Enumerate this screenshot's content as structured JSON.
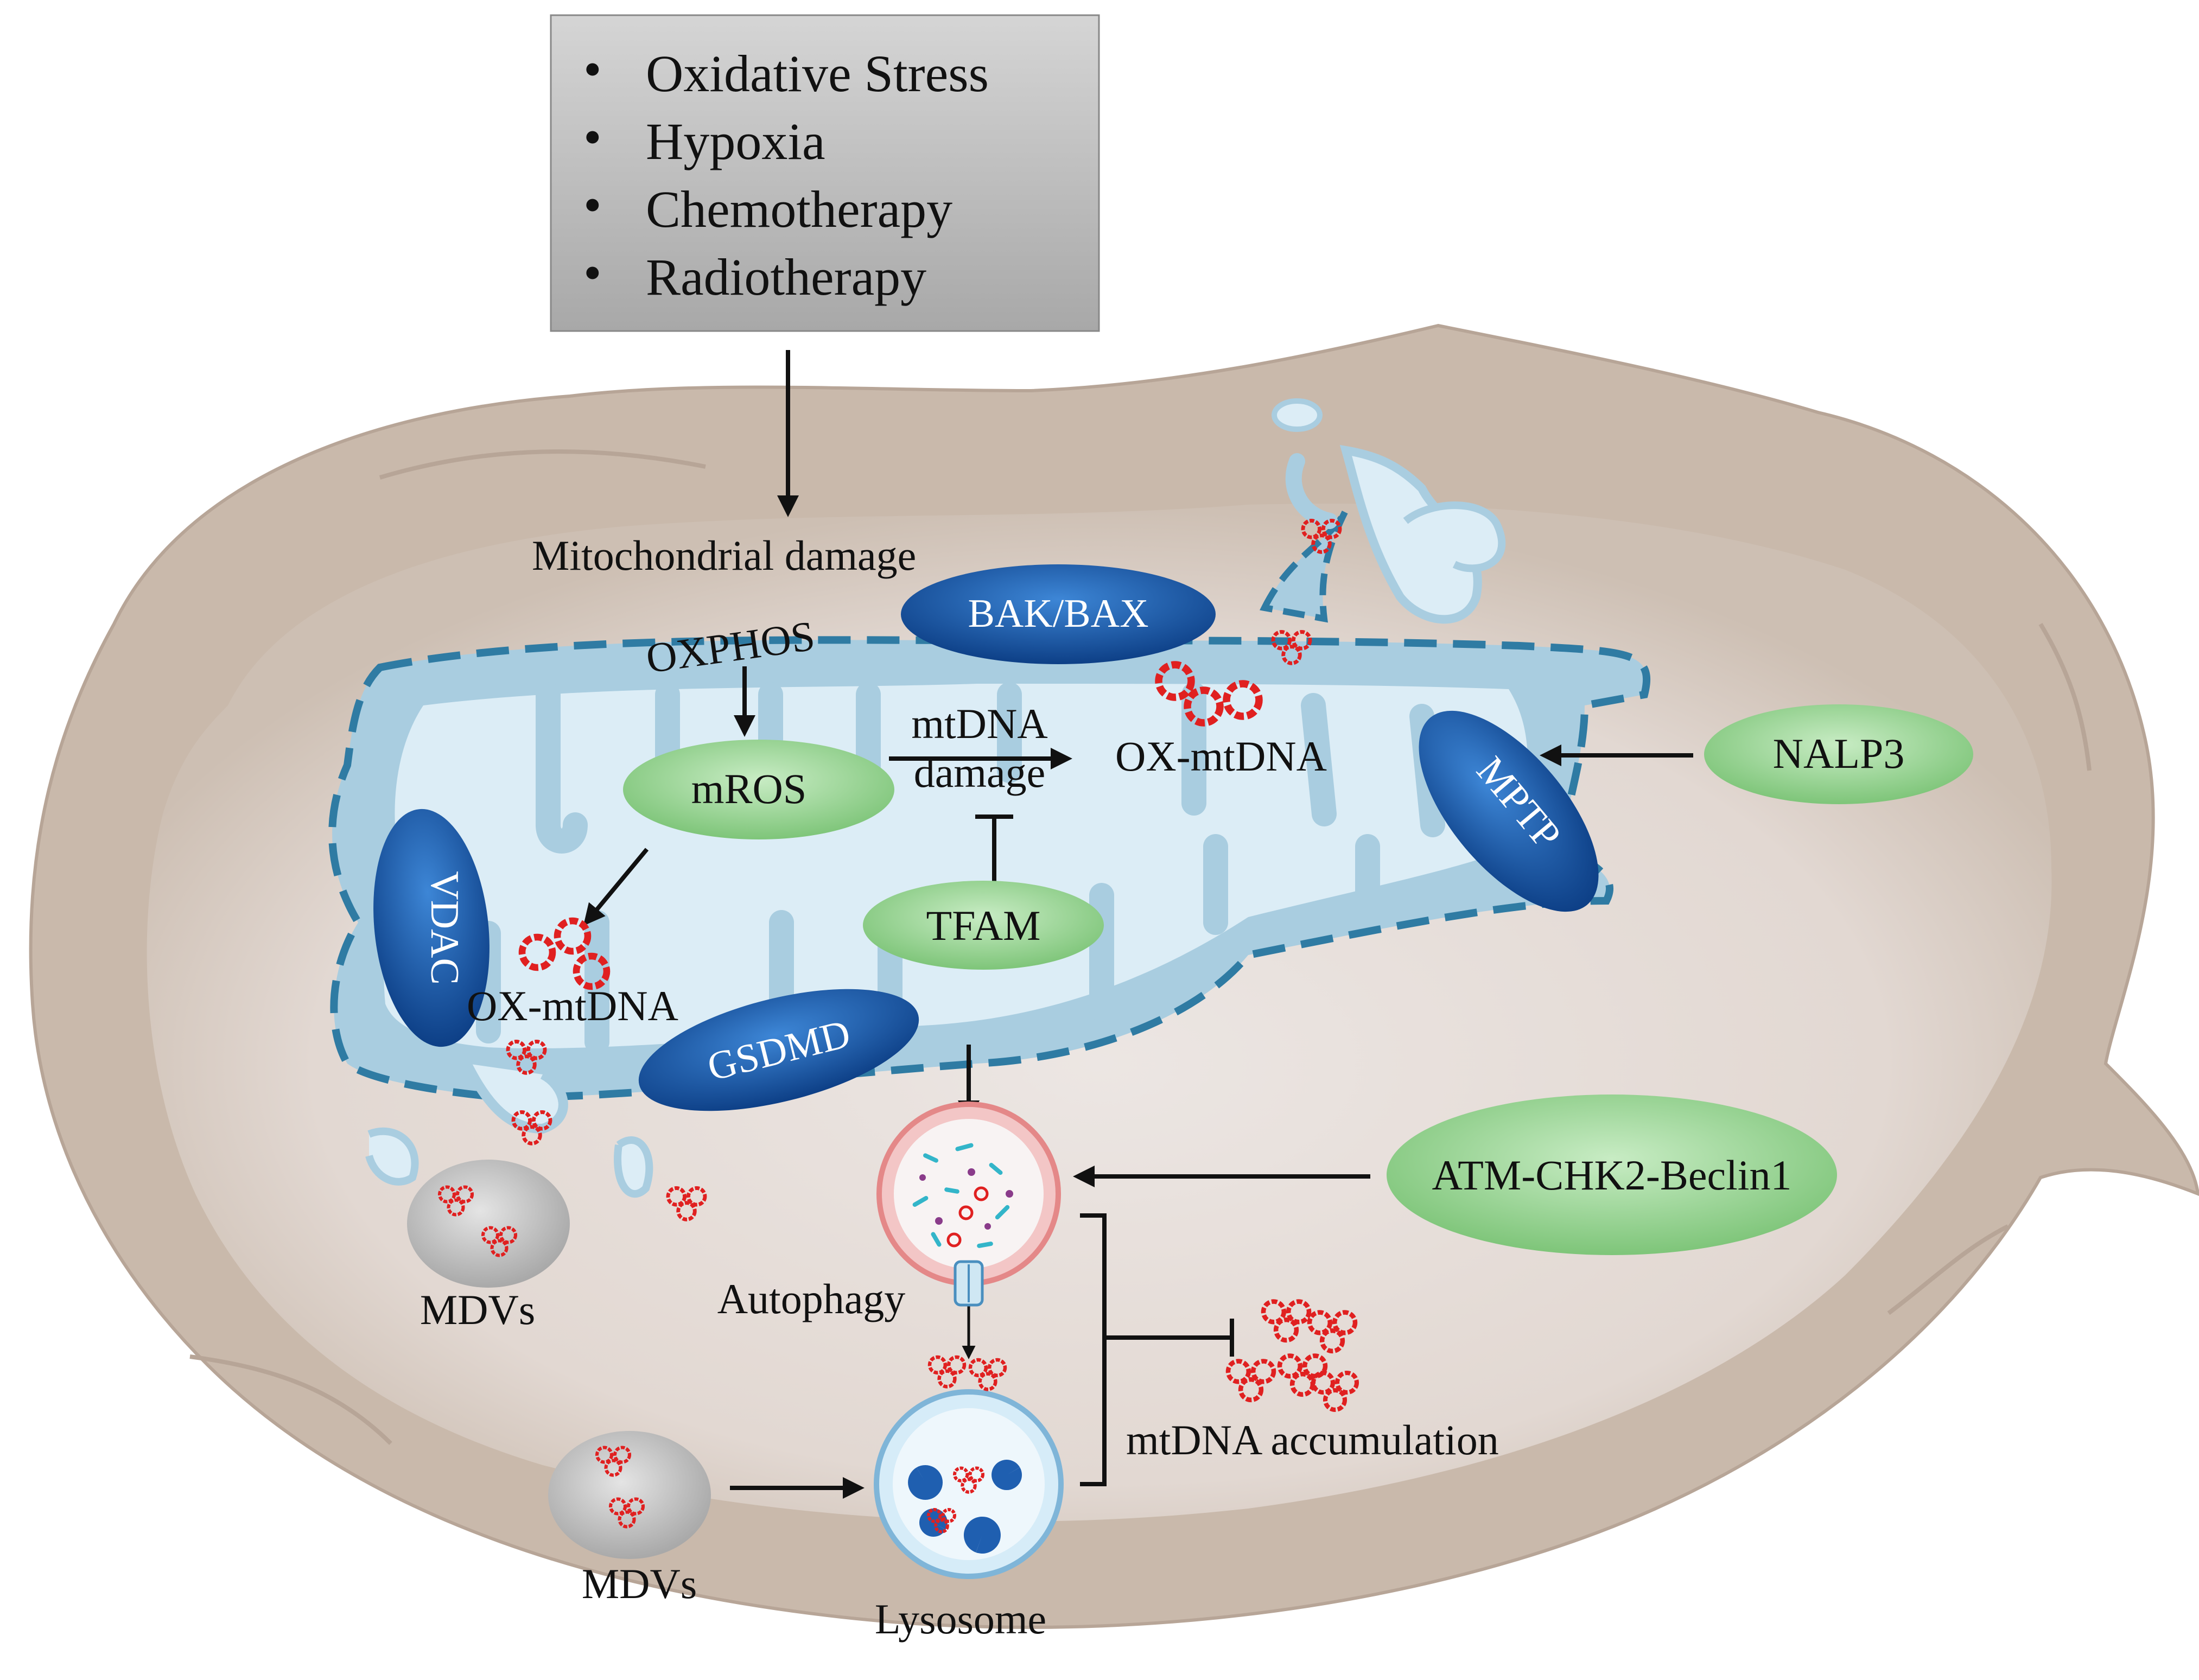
{
  "stimuli": {
    "items": [
      "Oxidative Stress",
      "Hypoxia",
      "Chemotherapy",
      "Radiotherapy"
    ],
    "bullet": "•"
  },
  "labels": {
    "mitochondrial_damage": "Mitochondrial damage",
    "oxphos": "OXPHOS",
    "mros": "mROS",
    "mtdna_damage_line1": "mtDNA",
    "mtdna_damage_line2": "damage",
    "ox_mtdna_right": "OX-mtDNA",
    "ox_mtdna_left": "OX-mtDNA",
    "tfam": "TFAM",
    "nalp3": "NALP3",
    "atm": "ATM-CHK2-Beclin1",
    "mdvs_top": "MDVs",
    "mdvs_bottom": "MDVs",
    "autophagy": "Autophagy",
    "lysosome": "Lysosome",
    "mtdna_accumulation": "mtDNA accumulation"
  },
  "proteins": {
    "bak_bax": "BAK/BAX",
    "vdac": "VDAC",
    "mptp": "MPTP",
    "gsdmd": "GSDMD"
  },
  "colors": {
    "cell_fill": "#c8b9aa",
    "cytoplasm": "#e6dedb",
    "mito_fill": "#a9cde0",
    "mito_matrix": "#dcedf6",
    "membrane_dash": "#2f7ba3",
    "protein_oval": "#1f5fb0",
    "green_oval": "#9fd89a",
    "mtdna_red": "#e02020",
    "box_fill": "#c0c0c0",
    "vesicle_grey": "#cfcfcf"
  }
}
